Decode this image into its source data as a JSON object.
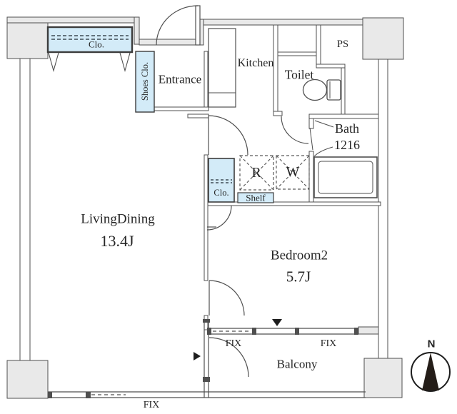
{
  "rooms": {
    "living_dining": {
      "label": "LivingDining",
      "area": "13.4J"
    },
    "bedroom2": {
      "label": "Bedroom2",
      "area": "5.7J"
    },
    "kitchen": {
      "label": "Kitchen"
    },
    "toilet": {
      "label": "Toilet"
    },
    "bath": {
      "label": "Bath",
      "size": "1216"
    },
    "entrance": {
      "label": "Entrance"
    },
    "balcony": {
      "label": "Balcony"
    },
    "ps": {
      "label": "PS"
    }
  },
  "storage": {
    "closet_hall": {
      "label": "Clo."
    },
    "shoes_closet": {
      "label": "Shoes Clo."
    },
    "closet_bedroom": {
      "label": "Clo."
    },
    "shelf": {
      "label": "Shelf"
    }
  },
  "appliances": {
    "refrigerator": {
      "label": "R"
    },
    "washer": {
      "label": "W"
    }
  },
  "windows": {
    "fix_bedroom_left": "FIX",
    "fix_bedroom_right": "FIX",
    "fix_bottom": "FIX"
  },
  "compass": {
    "north": "N"
  },
  "colors": {
    "storage_fill": "#d3ebf8",
    "wall_fill": "#e9e9e9",
    "line": "#4f4f4f",
    "text": "#262626"
  }
}
